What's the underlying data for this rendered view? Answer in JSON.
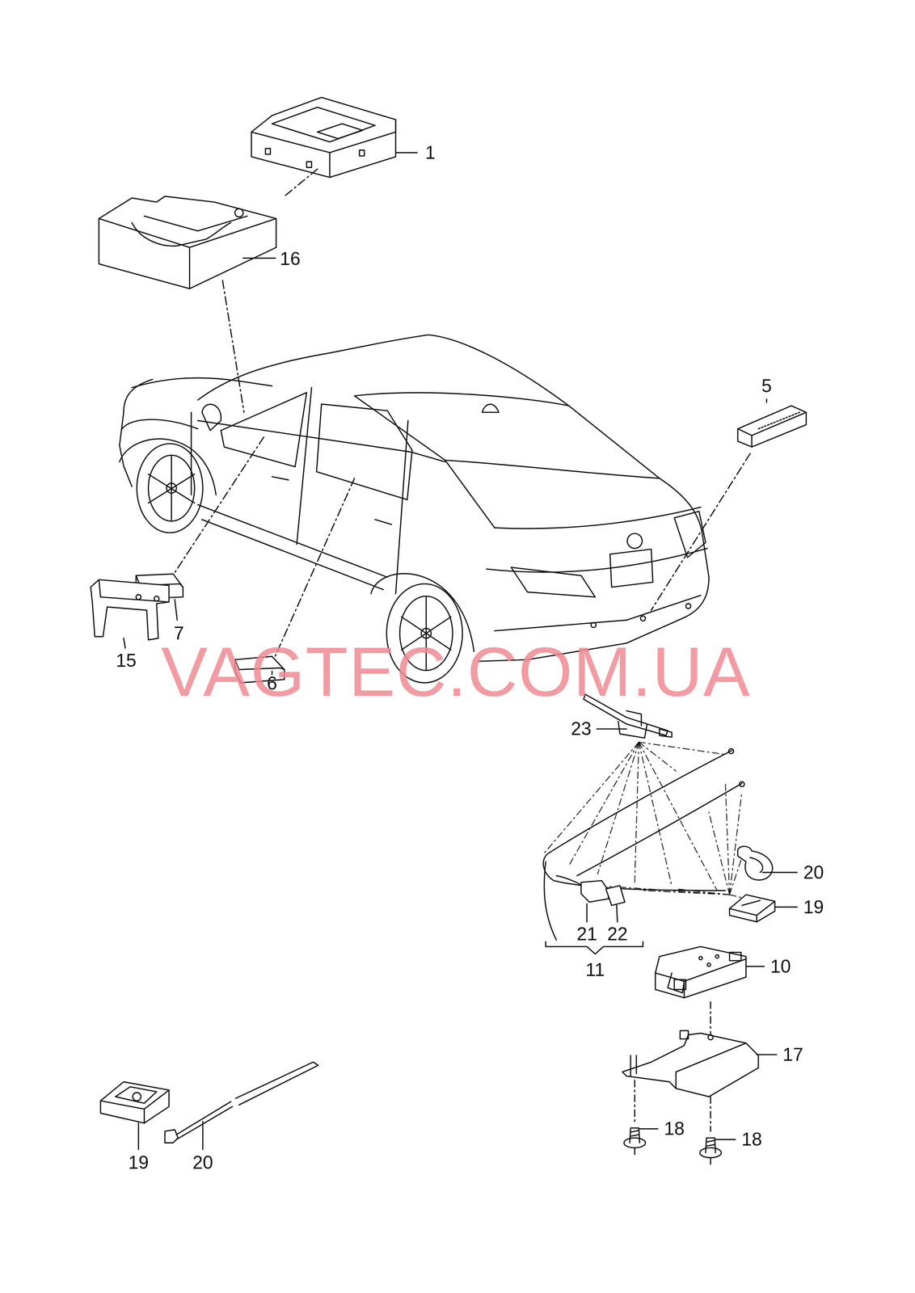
{
  "diagram": {
    "labels": [
      "1",
      "16",
      "5",
      "7",
      "15",
      "6",
      "VAGTEC.COM.UA",
      "23",
      "20",
      "19",
      "21",
      "22",
      "11",
      "10",
      "17",
      "18",
      "18",
      "19",
      "20"
    ]
  }
}
